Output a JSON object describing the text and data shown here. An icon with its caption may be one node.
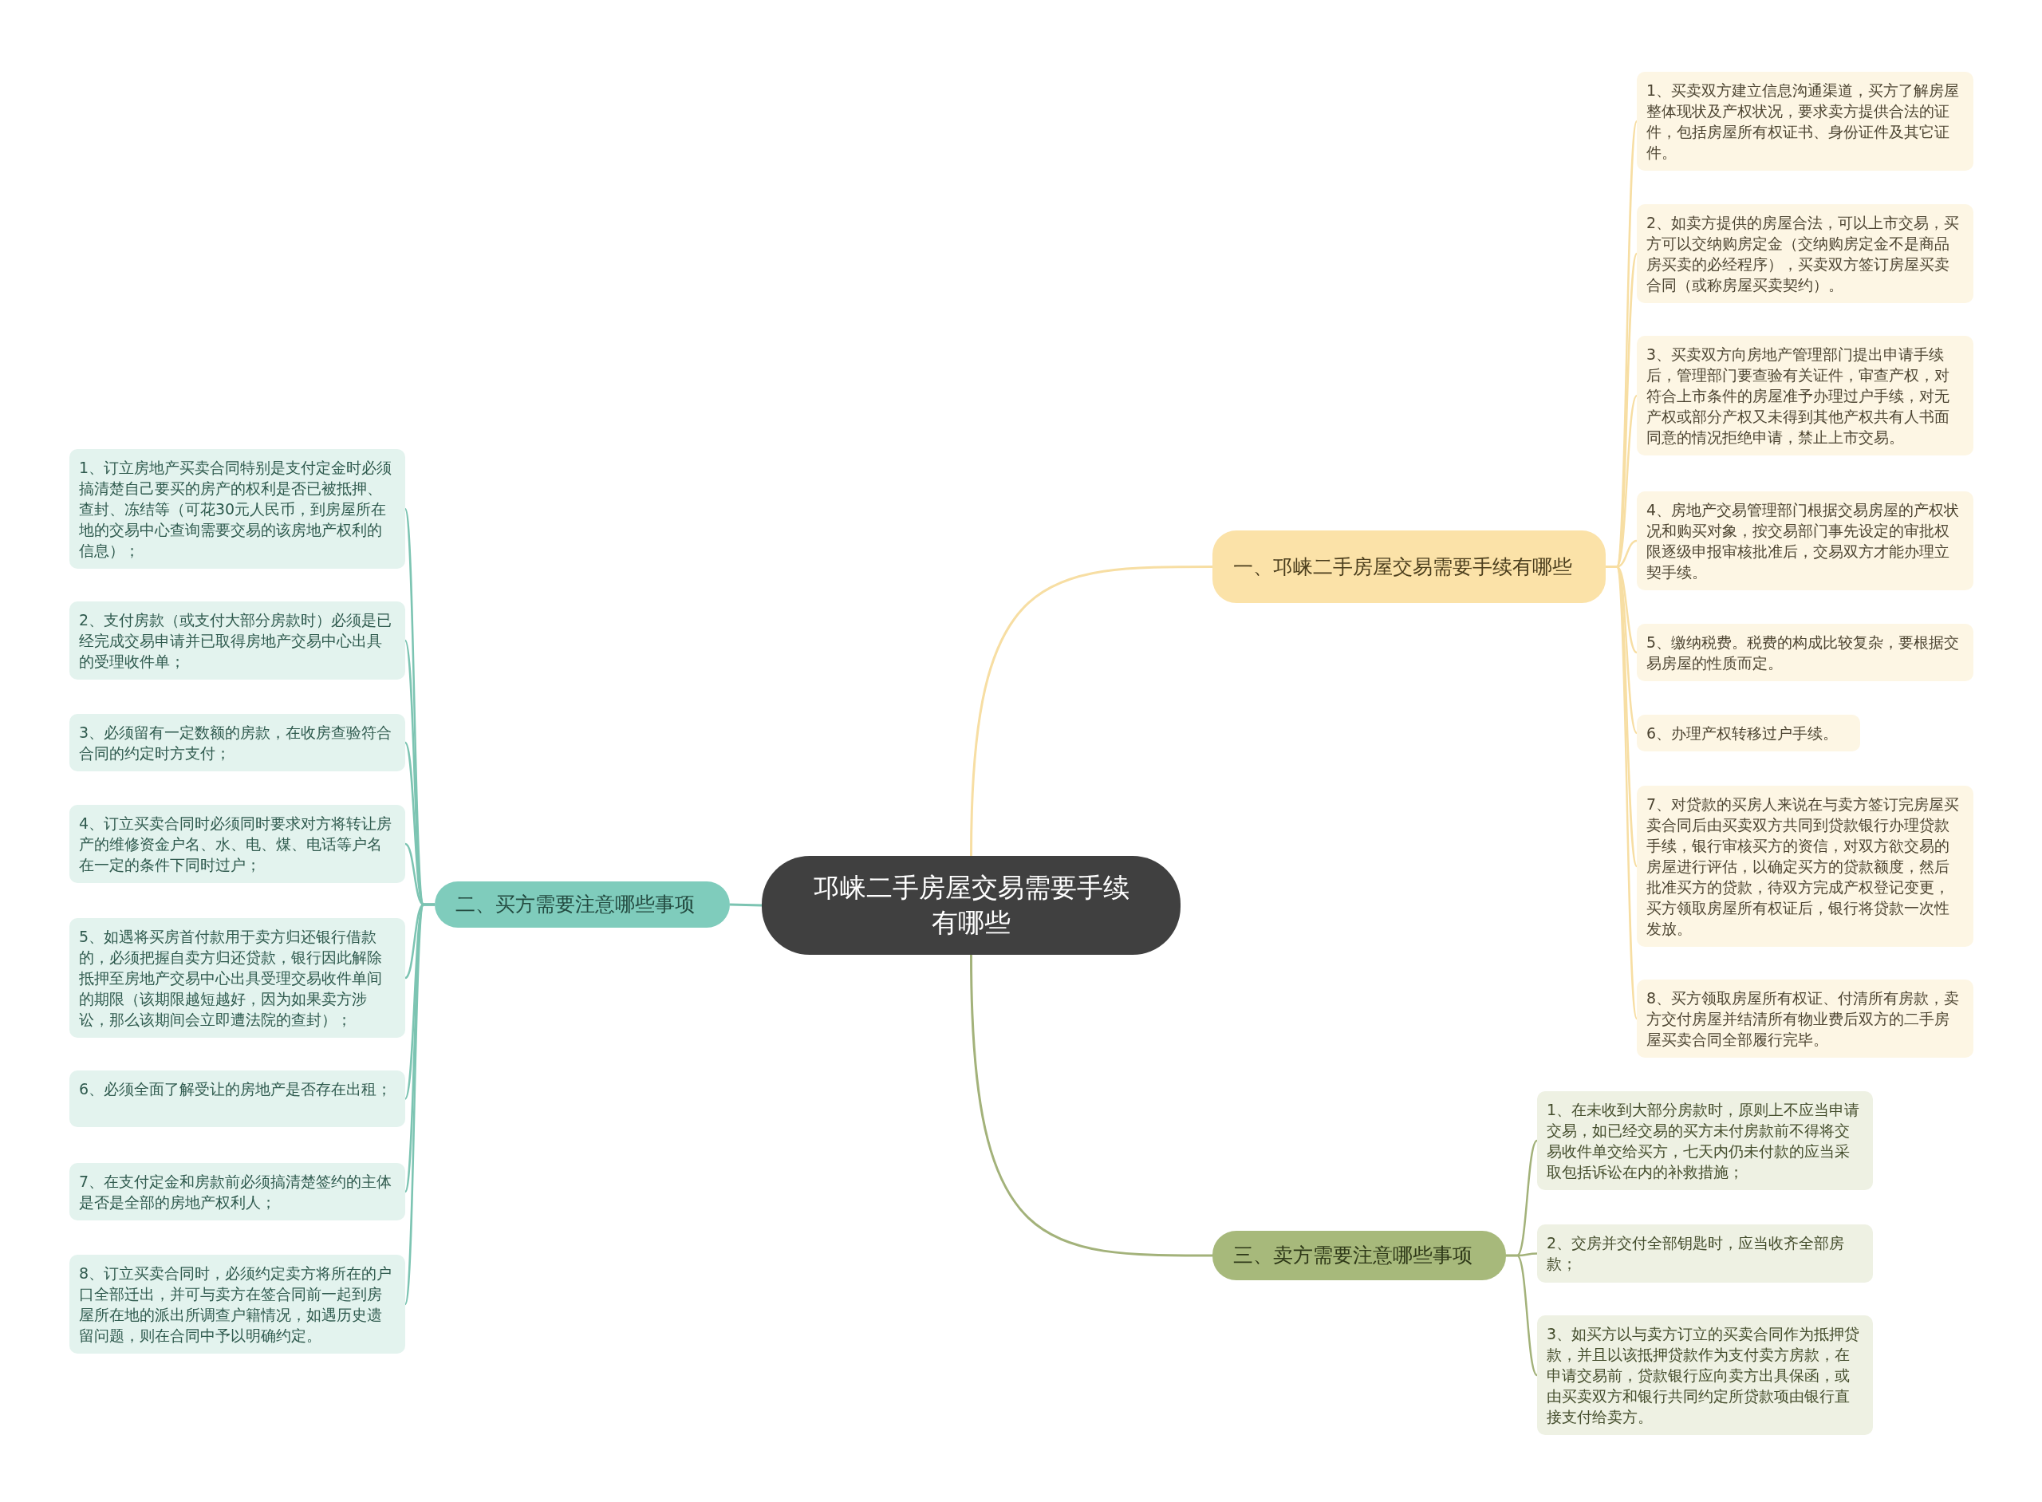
{
  "diagram": {
    "nodes": [
      {
        "text": [
          "邛崃二手房屋交易需要手续有哪些"
        ]
      },
      {
        "text": [
          "一、邛崃二手房屋交易需要手续有哪些"
        ]
      },
      {
        "text": [
          "1、买卖双方建立信息沟通渠道，买方了解房屋整体现状及产权状况，要求卖方提供合法的证件，包括房屋所有权证书、身份证件及其它证件。"
        ]
      },
      {
        "text": [
          "2、如卖方提供的房屋合法，可以上市交易，买方可以交纳购房定金（交纳购房定金不是商品房买卖的必经程序），买卖双方签订房屋买卖合同（或称房屋买卖契约）。"
        ]
      },
      {
        "text": [
          "3、买卖双方向房地产管理部门提出申请手续后，管理部门要查验有关证件，审查产权，对符合上市条件的房屋准予办理过户手续，对无产权或部分产权又未得到其他产权共有人书面同意的情况拒绝申请，禁止上市交易。"
        ]
      },
      {
        "text": [
          "4、房地产交易管理部门根据交易房屋的产权状况和购买对象，按交易部门事先设定的审批权限逐级申报审核批准后，交易双方才能办理立契手续。"
        ]
      },
      {
        "text": [
          "5、缴纳税费。税费的构成比较复杂，要根据交易房屋的性质而定。"
        ]
      },
      {
        "text": [
          "6、办理产权转移过户手续。"
        ]
      },
      {
        "text": [
          "7、对贷款的买房人来说在与卖方签订完房屋买卖合同后由买卖双方共同到贷款银行办理贷款手续，银行审核买方的资信，对双方欲交易的房屋进行评估，以确定买方的贷款额度，然后批准买方的贷款，待双方完成产权登记变更，买方领取房屋所有权证后，银行将贷款一次性发放。"
        ]
      },
      {
        "text": [
          "8、买方领取房屋所有权证、付清所有房款，卖方交付房屋并结清所有物业费后双方的二手房屋买卖合同全部履行完毕。"
        ]
      },
      {
        "text": [
          "二、买方需要注意哪些事项"
        ]
      },
      {
        "text": [
          "1、订立房地产买卖合同特别是支付定金时必须搞清楚自己要买的房产的权利是否已被抵押、查封、冻结等（可花30元人民币，到房屋所在地的交易中心查询需要交易的该房地产权利的信息）；"
        ]
      },
      {
        "text": [
          "2、支付房款（或支付大部分房款时）必须是已经完成交易申请并已取得房地产交易中心出具的受理收件单；"
        ]
      },
      {
        "text": [
          "3、必须留有一定数额的房款，在收房查验符合合同的约定时方支付；"
        ]
      },
      {
        "text": [
          "4、订立买卖合同时必须同时要求对方将转让房产的维修资金户名、水、电、煤、电话等户名在一定的条件下同时过户；"
        ]
      },
      {
        "text": [
          "5、如遇将买房首付款用于卖方归还银行借款的，必须把握自卖方归还贷款，银行因此解除抵押至房地产交易中心出具受理交易收件单间的期限（该期限越短越好，因为如果卖方涉讼，那么该期间会立即遭法院的查封）；"
        ]
      },
      {
        "text": [
          "6、必须全面了解受让的房地产是否存在出租；"
        ]
      },
      {
        "text": [
          "7、在支付定金和房款前必须搞清楚签约的主体是否是全部的房地产权利人；"
        ]
      },
      {
        "text": [
          "8、订立买卖合同时，必须约定卖方将所在的户口全部迁出，并可与卖方在签合同前一起到房屋所在地的派出所调查户籍情况，如遇历史遗留问题，则在合同中予以明确约定。"
        ]
      },
      {
        "text": [
          "三、卖方需要注意哪些事项"
        ]
      },
      {
        "text": [
          "1、在未收到大部分房款时，原则上不应当申请交易，如已经交易的买方未付房款前不得将交易收件单交给买方，七天内仍未付款的应当采取包括诉讼在内的补救措施；"
        ]
      },
      {
        "text": [
          "2、交房并交付全部钥匙时，应当收齐全部房款；"
        ]
      },
      {
        "text": [
          "3、如买方以与卖方订立的买卖合同作为抵押贷款，并且以该抵押贷款作为支付卖方房款，在申请交易前，贷款银行应向卖方出具保函，或由买卖双方和银行共同约定所贷款项由银行直接支付给卖方。"
        ]
      }
    ],
    "edges": [
      {
        "from": 0,
        "to": 1,
        "arrow": "none",
        "color": "#f7dea3"
      },
      {
        "from": 1,
        "to": 2,
        "arrow": "none",
        "color": "#f7dea3"
      },
      {
        "from": 1,
        "to": 3,
        "arrow": "none",
        "color": "#f7dea3"
      },
      {
        "from": 1,
        "to": 4,
        "arrow": "none",
        "color": "#f7dea3"
      },
      {
        "from": 1,
        "to": 5,
        "arrow": "none",
        "color": "#f7dea3"
      },
      {
        "from": 1,
        "to": 6,
        "arrow": "none",
        "color": "#f7dea3"
      },
      {
        "from": 1,
        "to": 7,
        "arrow": "none",
        "color": "#f7dea3"
      },
      {
        "from": 1,
        "to": 8,
        "arrow": "none",
        "color": "#f7dea3"
      },
      {
        "from": 1,
        "to": 9,
        "arrow": "none",
        "color": "#f7dea3"
      },
      {
        "from": 0,
        "to": 10,
        "arrow": "none",
        "color": "#7cc4b2"
      },
      {
        "from": 10,
        "to": 11,
        "arrow": "none",
        "color": "#7cc4b2"
      },
      {
        "from": 10,
        "to": 12,
        "arrow": "none",
        "color": "#7cc4b2"
      },
      {
        "from": 10,
        "to": 13,
        "arrow": "none",
        "color": "#7cc4b2"
      },
      {
        "from": 10,
        "to": 14,
        "arrow": "none",
        "color": "#7cc4b2"
      },
      {
        "from": 10,
        "to": 15,
        "arrow": "none",
        "color": "#7cc4b2"
      },
      {
        "from": 10,
        "to": 16,
        "arrow": "none",
        "color": "#7cc4b2"
      },
      {
        "from": 10,
        "to": 17,
        "arrow": "none",
        "color": "#7cc4b2"
      },
      {
        "from": 10,
        "to": 18,
        "arrow": "none",
        "color": "#7cc4b2"
      },
      {
        "from": 0,
        "to": 19,
        "arrow": "none",
        "color": "#a3b27a"
      },
      {
        "from": 19,
        "to": 20,
        "arrow": "none",
        "color": "#a3b27a"
      },
      {
        "from": 19,
        "to": 21,
        "arrow": "none",
        "color": "#a3b27a"
      },
      {
        "from": 19,
        "to": 22,
        "arrow": "none",
        "color": "#a3b27a"
      }
    ]
  }
}
